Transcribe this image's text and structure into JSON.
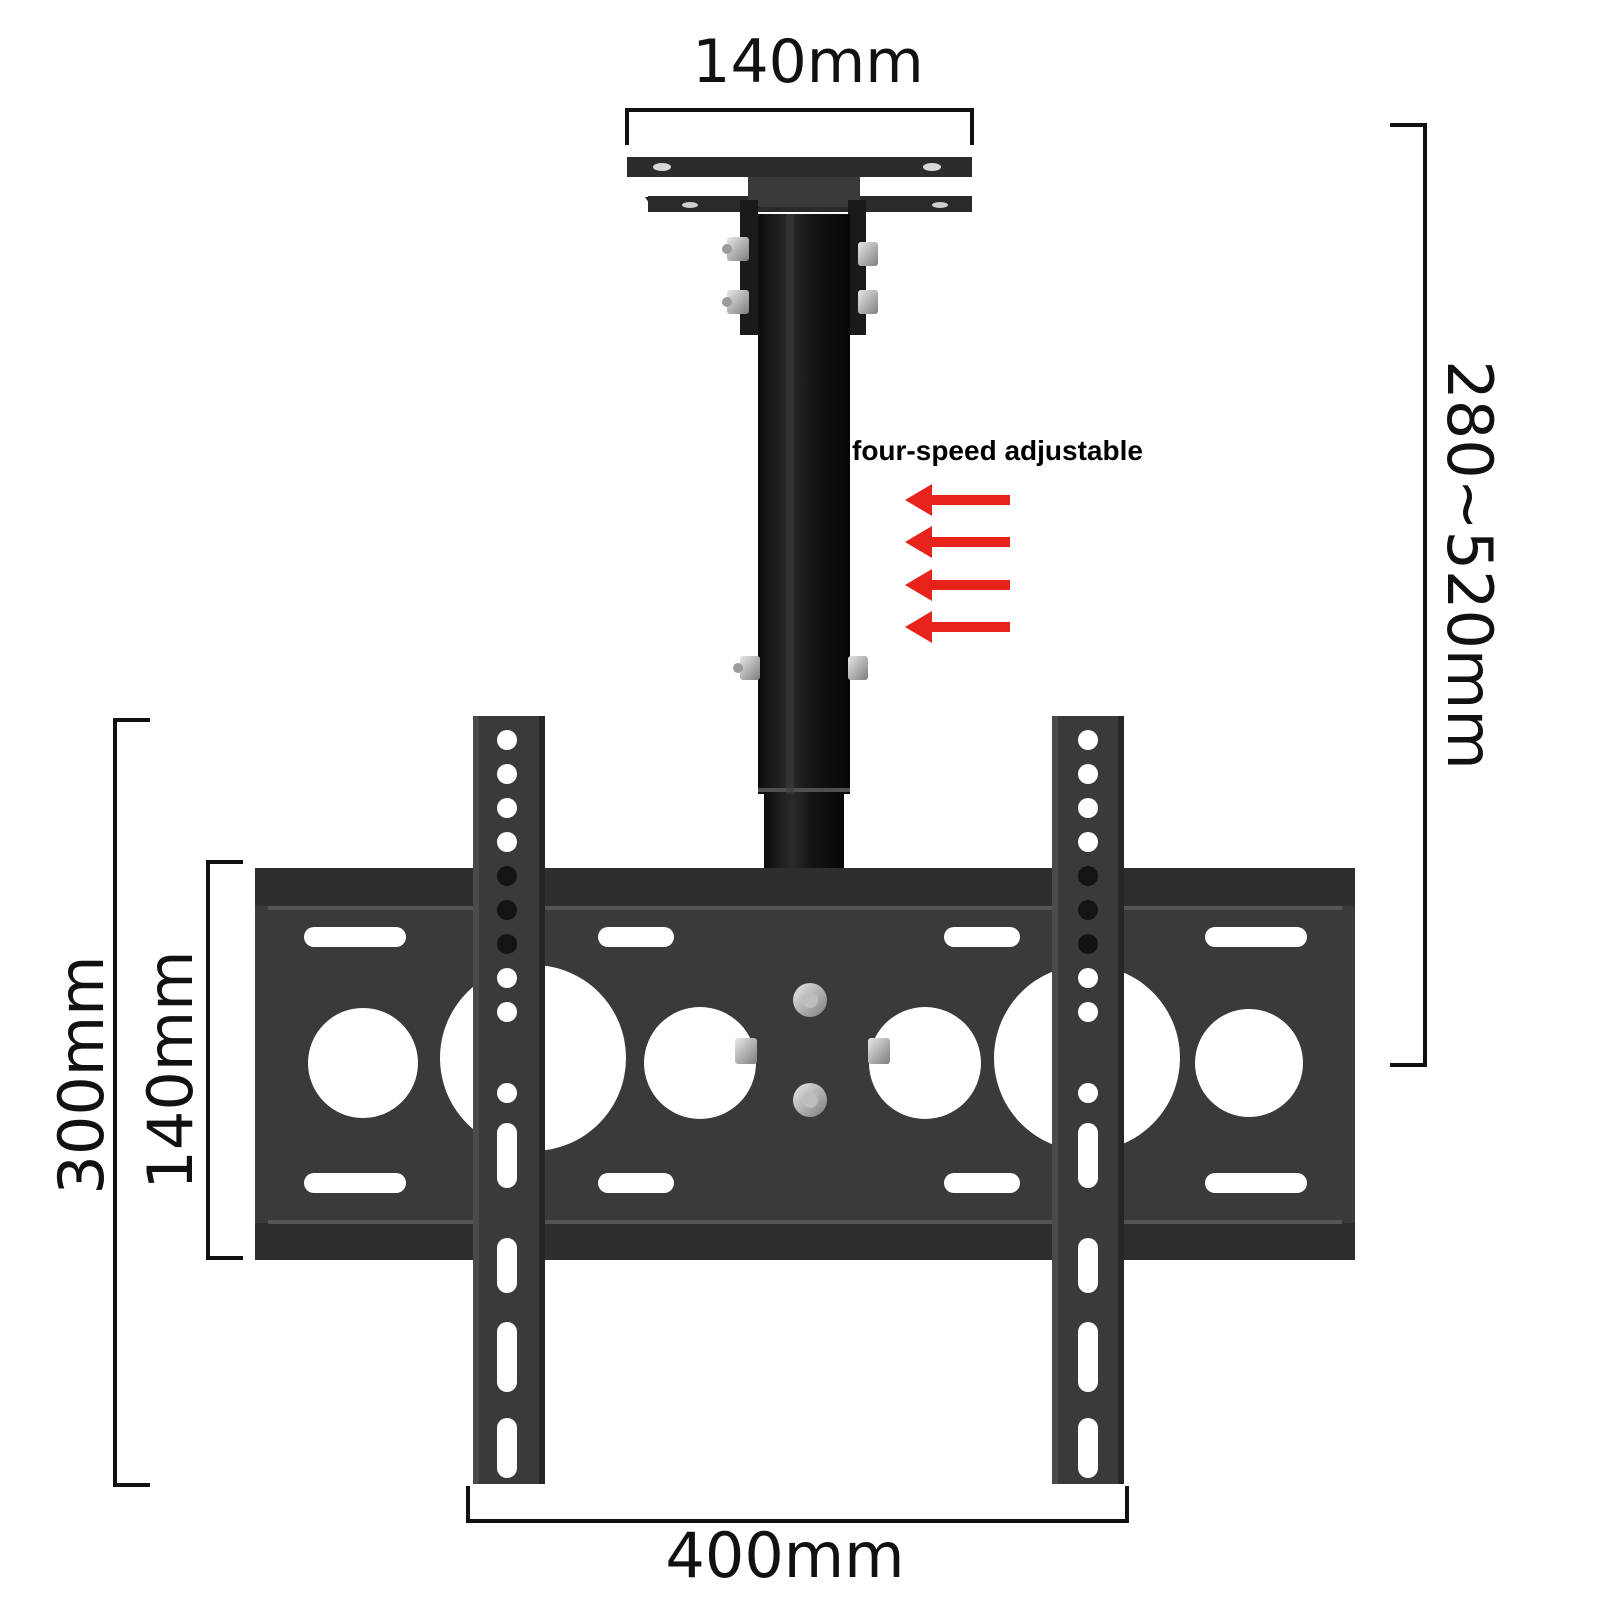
{
  "dimensions": {
    "top_plate_width": "140mm",
    "pole_length": "280~520mm",
    "bracket_height": "300mm",
    "plate_height": "140mm",
    "bracket_width": "400mm"
  },
  "annotation": {
    "text": "four-speed adjustable",
    "arrow_count": 4,
    "arrow_color": "#e8231c"
  },
  "colors": {
    "metal": "#3a3a3a",
    "metal_dark": "#1b1b1b",
    "pole": "#121212",
    "bolt": "#a9a9a9",
    "dimension_line": "#111111",
    "background": "#ffffff"
  }
}
